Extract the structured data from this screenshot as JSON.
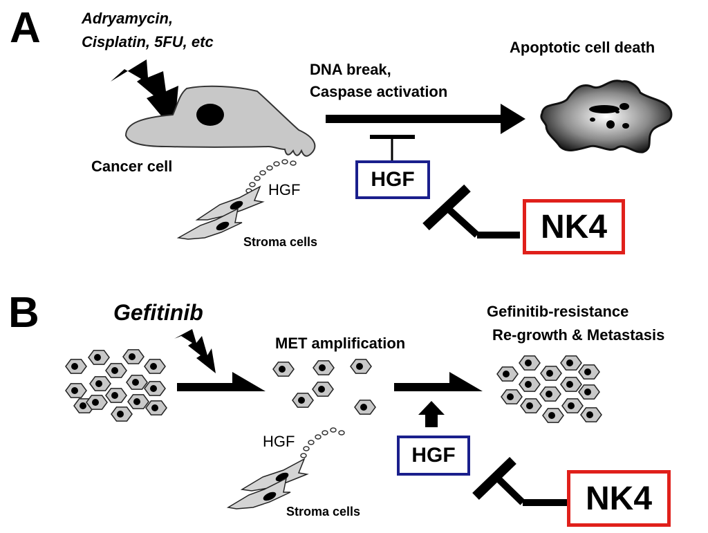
{
  "colors": {
    "hgf_border": "#1a1f8c",
    "nk4_border": "#e0201b",
    "cell_fill": "#c8c8c8",
    "ink": "#000000"
  },
  "panel_a": {
    "letter": "A",
    "drugs_line1": "Adryamycin,",
    "drugs_line2": "Cisplatin, 5FU, etc",
    "process_line1": "DNA break,",
    "process_line2": "Caspase activation",
    "outcome": "Apoptotic cell death",
    "cancer_cell_label": "Cancer cell",
    "hgf_secreted_label": "HGF",
    "stroma_label": "Stroma cells",
    "hgf_box": "HGF",
    "nk4_box": "NK4"
  },
  "panel_b": {
    "letter": "B",
    "drug": "Gefitinib",
    "mechanism": "MET amplification",
    "outcome_line1": "Gefinitib-resistance",
    "outcome_line2": "Re-growth & Metastasis",
    "hgf_secreted_label": "HGF",
    "stroma_label": "Stroma cells",
    "hgf_box": "HGF",
    "nk4_box": "NK4"
  }
}
